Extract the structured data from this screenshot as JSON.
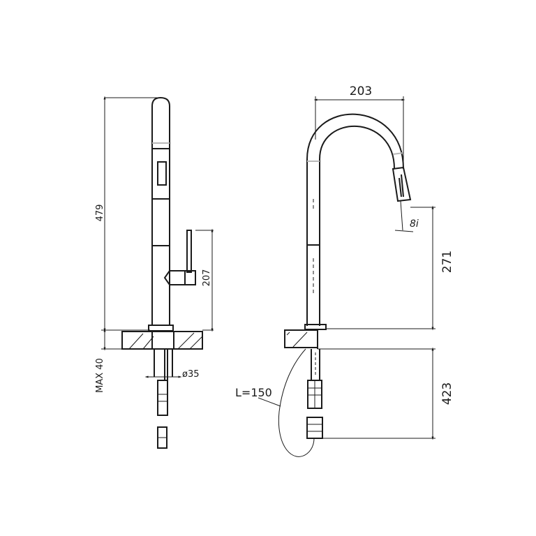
{
  "colors": {
    "line": "#1a1a1a",
    "background": "#ffffff",
    "highlight": "#b8b8b8"
  },
  "side_view": {
    "height_total": "479",
    "lever_height": "207",
    "max_counter_thickness": "MAX 40",
    "hole_diameter": "ø35"
  },
  "front_view": {
    "spout_reach": "203",
    "spout_height": "271",
    "spray_angle": "8i",
    "below_counter_length": "423",
    "hose_length": "L=150"
  }
}
